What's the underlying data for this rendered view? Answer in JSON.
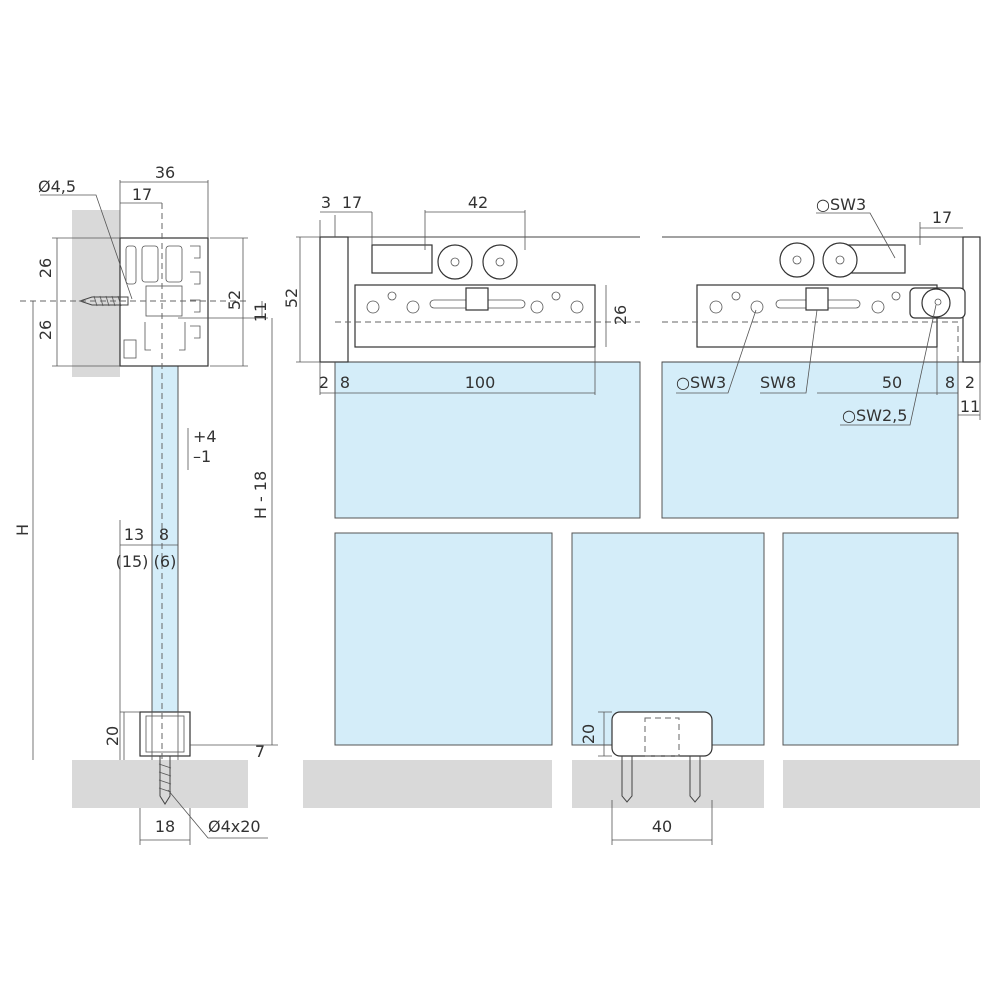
{
  "colors": {
    "glass": "#d4edf9",
    "wall": "#d9d9d9",
    "line": "#333333"
  },
  "side_view": {
    "overall_width": "36",
    "center_offset": "17",
    "screw_diameter": "Ø4,5",
    "upper_half": "26",
    "lower_half": "26",
    "profile_height": "52",
    "glass_insert": "11",
    "height": "H",
    "glass_height": "H - 18",
    "adjust_plus": "+4",
    "adjust_minus": "–1",
    "left_gap": "13",
    "glass_thickness": "8",
    "left_gap_alt": "(15)",
    "glass_thickness_alt": "(6)",
    "guide_height": "20",
    "floor_gap": "7",
    "guide_width": "18",
    "floor_screw": "Ø4x20"
  },
  "front_view_left": {
    "end_offset": "3",
    "carriage_offset": "17",
    "wheel_spacing": "42",
    "rail_height": "52",
    "plate_height": "26",
    "edge_gap": "2",
    "glass_edge": "8",
    "plate_length": "100"
  },
  "front_view_right": {
    "wrench_top": "○SW3",
    "carriage_offset": "17",
    "wrench_plate": "○SW3",
    "wrench_nut": "SW8",
    "stop_distance": "50",
    "glass_edge": "8",
    "edge_gap": "2",
    "end_cap": "11",
    "wrench_stop": "○SW2,5"
  },
  "floor_guide": {
    "height": "20",
    "width": "40"
  }
}
